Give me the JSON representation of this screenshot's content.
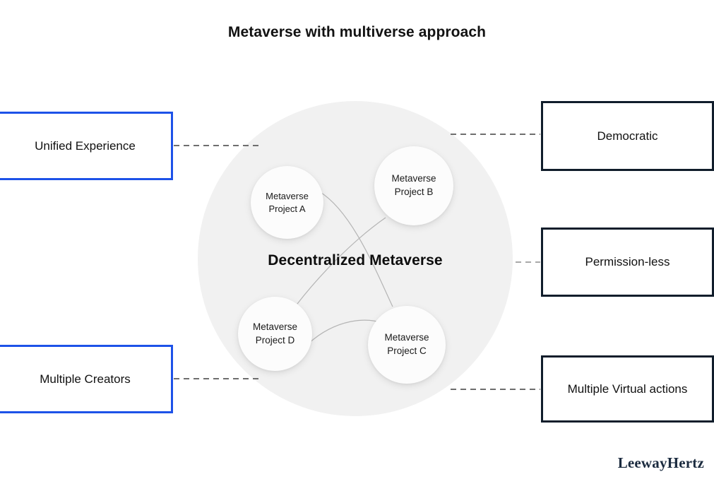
{
  "title": "Metaverse with multiverse approach",
  "center": {
    "label": "Decentralized Metaverse"
  },
  "nodes": [
    {
      "id": "a",
      "line1": "Metaverse",
      "line2": "Project A"
    },
    {
      "id": "b",
      "line1": "Metaverse",
      "line2": "Project B"
    },
    {
      "id": "c",
      "line1": "Metaverse",
      "line2": "Project C"
    },
    {
      "id": "d",
      "line1": "Metaverse",
      "line2": "Project D"
    }
  ],
  "left_boxes": [
    {
      "label": "Unified Experience"
    },
    {
      "label": "Multiple Creators"
    }
  ],
  "right_boxes": [
    {
      "label": "Democratic"
    },
    {
      "label": "Permission-less"
    },
    {
      "label": "Multiple Virtual actions"
    }
  ],
  "brand": "LeewayHertz",
  "colors": {
    "left_box_border": "#1d52e8",
    "right_box_border": "#101d2b",
    "hub_fill": "#f1f1f1",
    "connector": "#6e6e6e",
    "curve": "#b9b9b9",
    "title_text": "#121212",
    "brand_text": "#1b2b3f"
  }
}
